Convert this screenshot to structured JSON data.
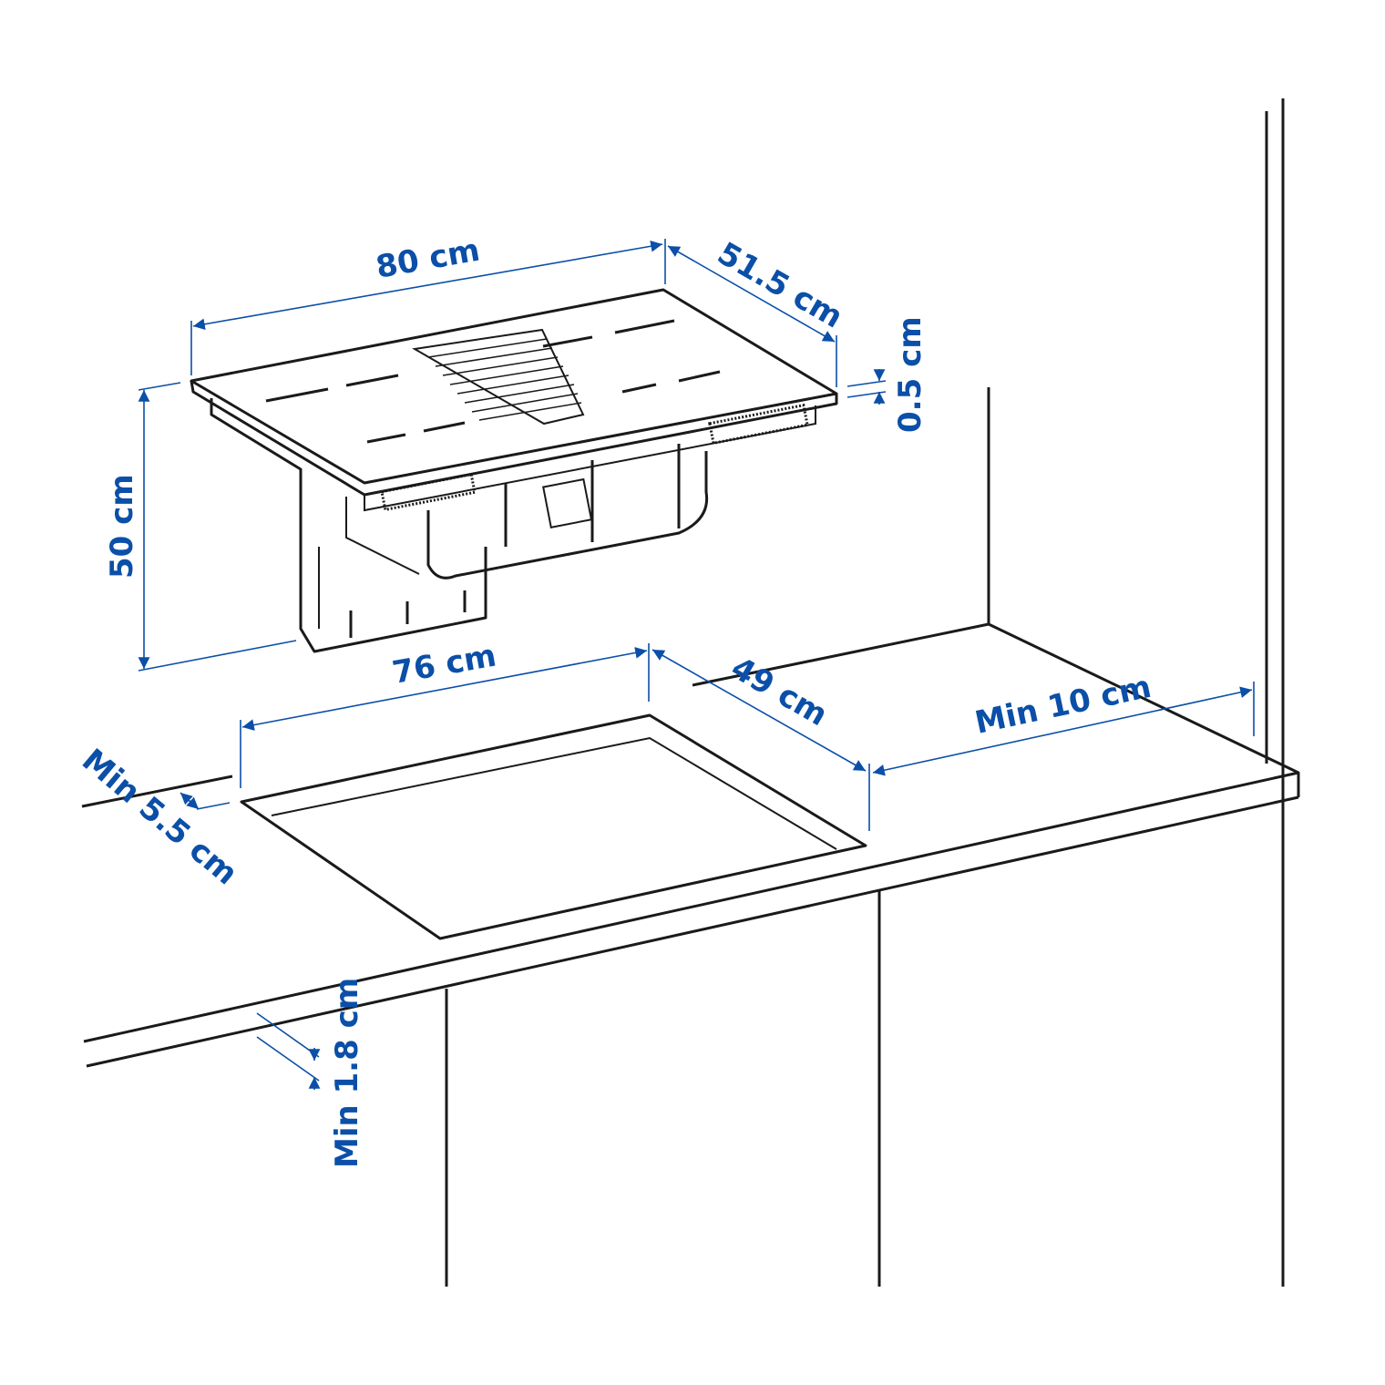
{
  "labels": {
    "hob_width": "80 cm",
    "hob_depth": "51.5 cm",
    "hob_thickness": "0.5 cm",
    "hob_height": "50 cm",
    "cutout_width": "76 cm",
    "cutout_depth": "49 cm",
    "min_wall_distance": "Min 10 cm",
    "min_front_distance": "Min 5.5 cm",
    "min_worktop_thickness": "Min 1.8 cm"
  },
  "colors": {
    "dimension": "#0b4fa8",
    "line": "#1a1a1a"
  }
}
